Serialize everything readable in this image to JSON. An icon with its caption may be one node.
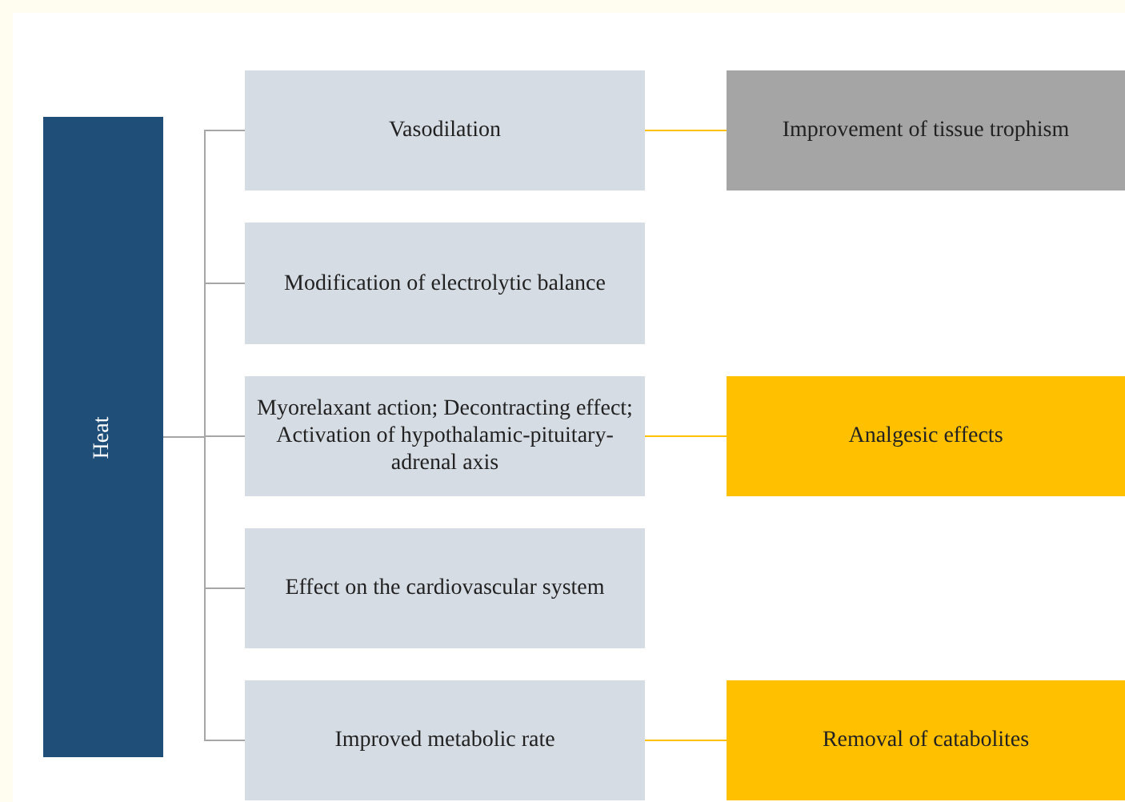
{
  "diagram": {
    "nodes": [
      {
        "text": [
          "Heat"
        ]
      },
      {
        "text": [
          "Vasodilation"
        ]
      },
      {
        "text": [
          "Modification of electrolytic balance"
        ]
      },
      {
        "text": [
          "Myorelaxant action; Decontracting effect; Activation of hypothalamic-pituitary-adrenal axis"
        ]
      },
      {
        "text": [
          "Effect on the cardiovascular system"
        ]
      },
      {
        "text": [
          "Improved metabolic rate"
        ]
      },
      {
        "text": [
          "Improvement of tissue trophism"
        ]
      },
      {
        "text": [
          "Analgesic effects"
        ]
      },
      {
        "text": [
          "Removal of catabolites"
        ]
      }
    ],
    "edges": [
      {
        "from": 0,
        "to": 1,
        "arrow": "none"
      },
      {
        "from": 0,
        "to": 2,
        "arrow": "none"
      },
      {
        "from": 0,
        "to": 3,
        "arrow": "none"
      },
      {
        "from": 0,
        "to": 4,
        "arrow": "none"
      },
      {
        "from": 0,
        "to": 5,
        "arrow": "none"
      },
      {
        "from": 1,
        "to": 6,
        "arrow": "none",
        "color": "#ffc000"
      },
      {
        "from": 3,
        "to": 7,
        "arrow": "none",
        "color": "#ffc000"
      },
      {
        "from": 5,
        "to": 8,
        "arrow": "none",
        "color": "#ffc000"
      }
    ]
  }
}
